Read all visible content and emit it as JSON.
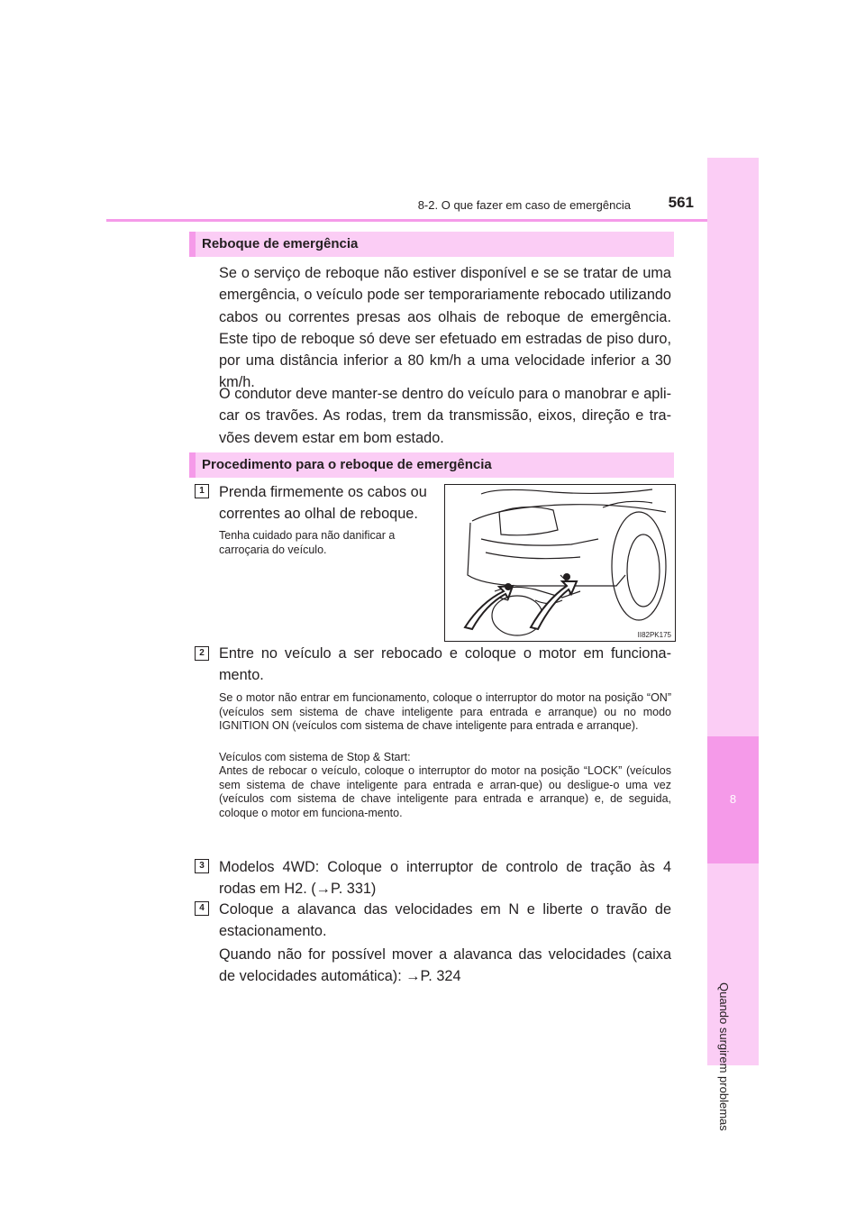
{
  "header": {
    "title": "8-2. O que fazer em caso de emergência",
    "page_number": "561"
  },
  "side_tab": {
    "chapter_number": "8",
    "chapter_title": "Quando surgirem problemas"
  },
  "section1": {
    "title": "Reboque de emergência",
    "para1": "Se o serviço de reboque não estiver disponível e se se tratar de uma emergência, o veículo pode ser temporariamente rebocado utilizando cabos ou correntes presas aos olhais de reboque de emergência. Este tipo de reboque só deve ser efetuado em estradas de piso duro, por uma distância inferior a 80 km/h a uma velocidade inferior a 30 km/h.",
    "para2": "O condutor deve manter-se dentro do veículo para o manobrar e apli-car os travões. As rodas, trem da transmissão, eixos, direção e tra-vões devem estar em bom estado."
  },
  "section2": {
    "title": "Procedimento para o reboque de emergência",
    "steps": [
      {
        "num": "1",
        "text": "Prenda firmemente os cabos ou correntes ao olhal de reboque.",
        "note": "Tenha cuidado para não danificar a carroçaria do veículo."
      },
      {
        "num": "2",
        "text": "Entre no veículo a ser rebocado e coloque o motor em funciona-mento.",
        "note1": "Se o motor não entrar em funcionamento, coloque o interruptor do motor na posição “ON” (veículos sem sistema de chave inteligente para entrada e arranque) ou no modo IGNITION ON (veículos com sistema de chave inteligente para entrada e arranque).",
        "note2_line1": "Veículos com sistema de Stop & Start:",
        "note2": "Antes de rebocar o veículo, coloque o interruptor do motor na posição “LOCK” (veículos sem sistema de chave inteligente para entrada e arran-que) ou desligue-o uma vez (veículos com sistema de chave inteligente para entrada e arranque) e, de seguida, coloque o motor em funciona-mento."
      },
      {
        "num": "3",
        "text": "Modelos 4WD: Coloque o interruptor de controlo de tração às 4 rodas em H2. (→P. 331)"
      },
      {
        "num": "4",
        "text": "Coloque a alavanca das velocidades em N e liberte o travão de estacionamento.",
        "text2": "Quando não for possível mover a alavanca das velocidades (caixa de velocidades automática): →P. 324"
      }
    ]
  },
  "figure": {
    "code": "II82PK175"
  }
}
